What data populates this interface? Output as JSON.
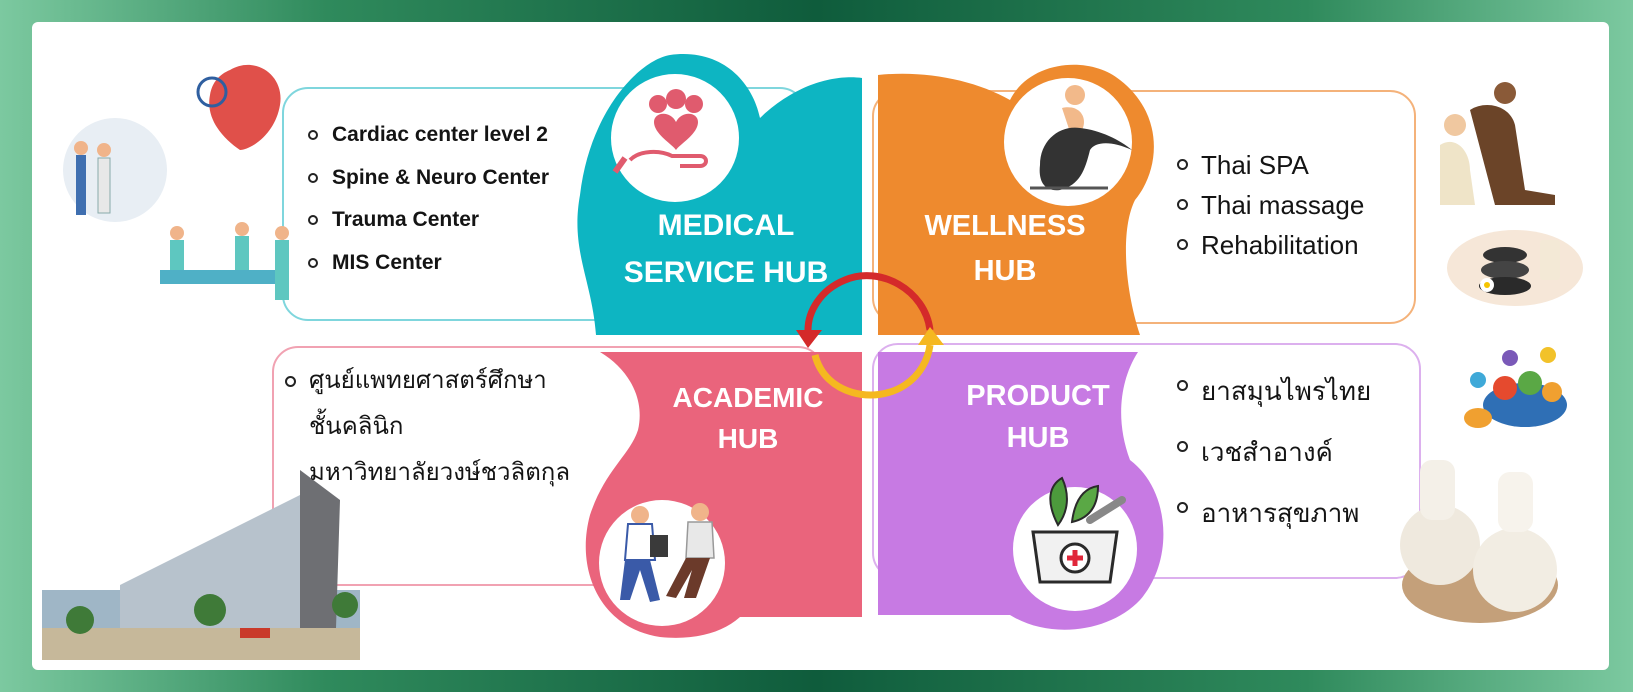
{
  "hubs": {
    "medical": {
      "title_line1": "MEDICAL",
      "title_line2": "SERVICE HUB",
      "color": "#0db5c2",
      "items": [
        "Cardiac center level 2",
        "Spine & Neuro Center",
        "Trauma Center",
        "MIS Center"
      ]
    },
    "wellness": {
      "title_line1": "WELLNESS",
      "title_line2": "HUB",
      "color": "#ee8a2e",
      "items": [
        "Thai SPA",
        "Thai massage",
        "Rehabilitation"
      ]
    },
    "academic": {
      "title_line1": "ACADEMIC",
      "title_line2": "HUB",
      "color": "#ea647c",
      "items": [
        "ศูนย์แพทยศาสตร์ศึกษา",
        "ชั้นคลินิก",
        "มหาวิทยาลัยวงษ์ชวลิตกุล"
      ]
    },
    "product": {
      "title_line1": "PRODUCT",
      "title_line2": "HUB",
      "color": "#c77ae3",
      "items": [
        "ยาสมุนไพรไทย",
        "เวชสำอางค์",
        "อาหารสุขภาพ"
      ]
    }
  },
  "icons": {
    "medical": "care-hand-icon",
    "wellness": "massage-icon",
    "academic": "doctor-consultation-icon",
    "product": "herbal-mortar-icon"
  },
  "colors": {
    "frame_green": "#0f5c3c",
    "arrow_red": "#d42a2a",
    "arrow_yellow": "#f5b820"
  }
}
